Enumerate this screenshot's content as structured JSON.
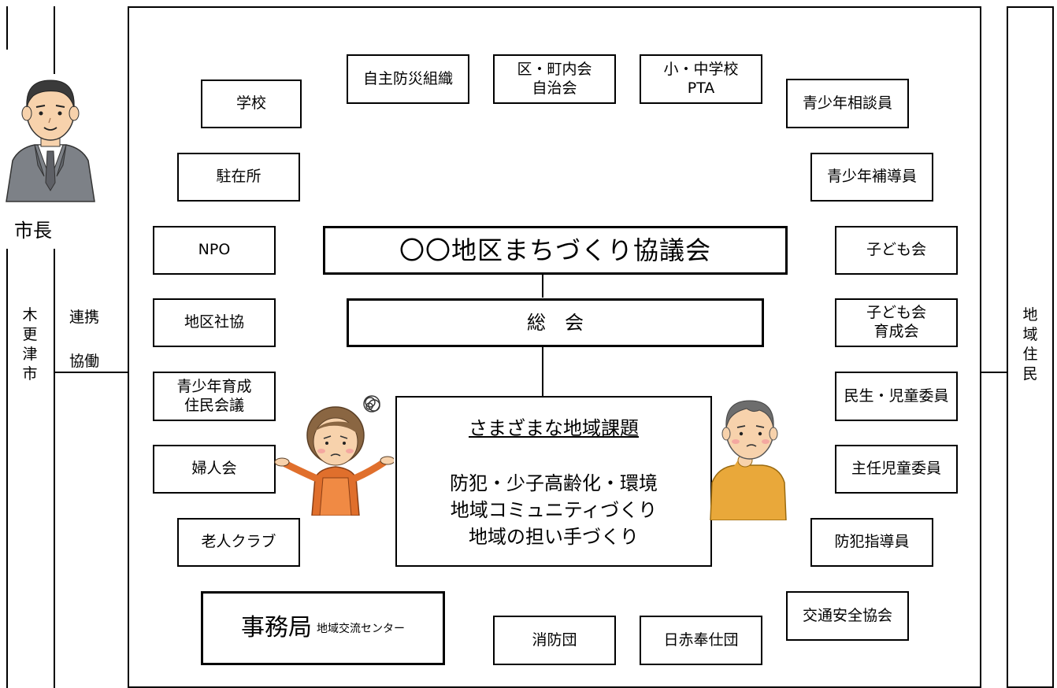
{
  "left_panel": {
    "mayor_label": "市長",
    "city_chars": [
      "木",
      "更",
      "津",
      "市"
    ]
  },
  "link_labels": {
    "cooperation": "連携",
    "collaboration": "協働"
  },
  "right_panel": {
    "resident_chars": [
      "地",
      "域",
      "住",
      "民"
    ]
  },
  "council": {
    "title": "〇〇地区まちづくり協議会",
    "general_assembly": "総　会"
  },
  "issues": {
    "heading": "さまざまな地域課題",
    "lines": [
      "防犯・少子高齢化・環境",
      "地域コミュニティづくり",
      "地域の担い手づくり"
    ]
  },
  "secretariat": {
    "title": "事務局",
    "subtitle": "地域交流センター"
  },
  "organizations": {
    "school": "学校",
    "disaster_org": "自主防災組織",
    "ward_assoc": [
      "区・町内会",
      "自治会"
    ],
    "school_pta": [
      "小・中学校",
      "PTA"
    ],
    "youth_counselor": "青少年相談員",
    "police_box": "駐在所",
    "youth_guidance": "青少年補導員",
    "npo": "NPO",
    "kids_club": "子ども会",
    "district_welfare": "地区社協",
    "kids_club_support": [
      "子ども会",
      "育成会"
    ],
    "youth_council": [
      "青少年育成",
      "住民会議"
    ],
    "welfare_commissioner": "民生・児童委員",
    "womens_assoc": "婦人会",
    "chief_child_commissioner": "主任児童委員",
    "elderly_club": "老人クラブ",
    "crime_prevention": "防犯指導員",
    "traffic_safety": "交通安全協会",
    "fire_brigade": "消防団",
    "red_cross": "日赤奉仕団"
  }
}
